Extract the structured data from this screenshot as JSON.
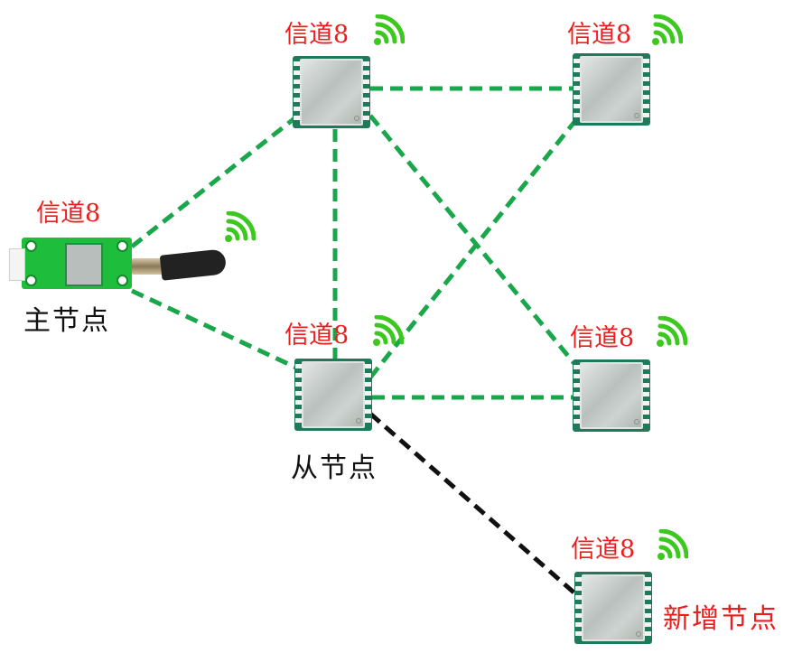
{
  "diagram": {
    "colors": {
      "channel_label": "#ee1c1c",
      "mesh_link": "#1aa64a",
      "new_link": "#111111",
      "wifi": "#3cc81e"
    },
    "master": {
      "channel_label": "信道8",
      "caption": "主节点",
      "icon": "usb-wireless-module-with-antenna"
    },
    "nodes": [
      {
        "id": "top-center",
        "channel_label": "信道8"
      },
      {
        "id": "top-right",
        "channel_label": "信道8"
      },
      {
        "id": "slave",
        "channel_label": "信道8",
        "caption": "从节点"
      },
      {
        "id": "mid-right",
        "channel_label": "信道8"
      },
      {
        "id": "new-node",
        "channel_label": "信道8",
        "caption": "新增节点"
      }
    ],
    "links": [
      {
        "from": "master",
        "to": "top-center",
        "style": "mesh"
      },
      {
        "from": "master",
        "to": "slave",
        "style": "mesh"
      },
      {
        "from": "top-center",
        "to": "top-right",
        "style": "mesh"
      },
      {
        "from": "top-center",
        "to": "slave",
        "style": "mesh"
      },
      {
        "from": "top-center",
        "to": "mid-right",
        "style": "mesh"
      },
      {
        "from": "slave",
        "to": "top-right",
        "style": "mesh"
      },
      {
        "from": "slave",
        "to": "mid-right",
        "style": "mesh"
      },
      {
        "from": "slave",
        "to": "new-node",
        "style": "new"
      }
    ]
  }
}
